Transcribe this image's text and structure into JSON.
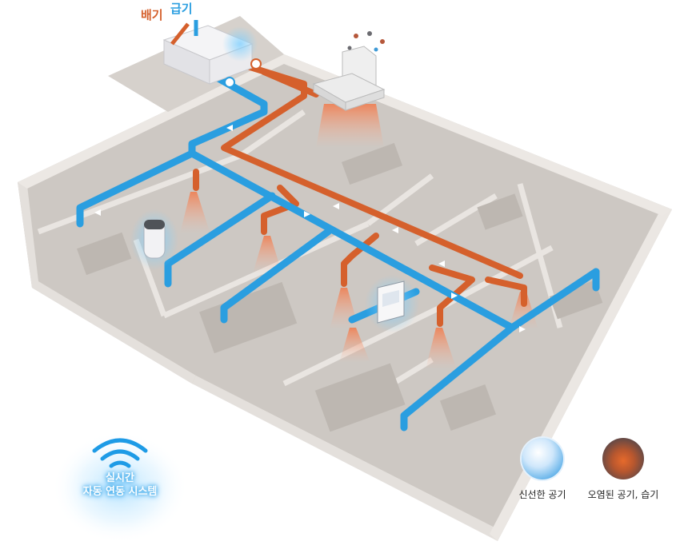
{
  "labels": {
    "exhaust": "배기",
    "supply": "급기"
  },
  "realtime": {
    "line1": "실시간",
    "line2": "자동 연동 시스템"
  },
  "legend": {
    "fresh": "신선한 공기",
    "polluted": "오염된 공기, 습기"
  },
  "colors": {
    "supply_duct": "#2a9ee0",
    "exhaust_duct": "#d5602c",
    "wall": "#d9d5d1",
    "floor": "#c9c5c0"
  }
}
